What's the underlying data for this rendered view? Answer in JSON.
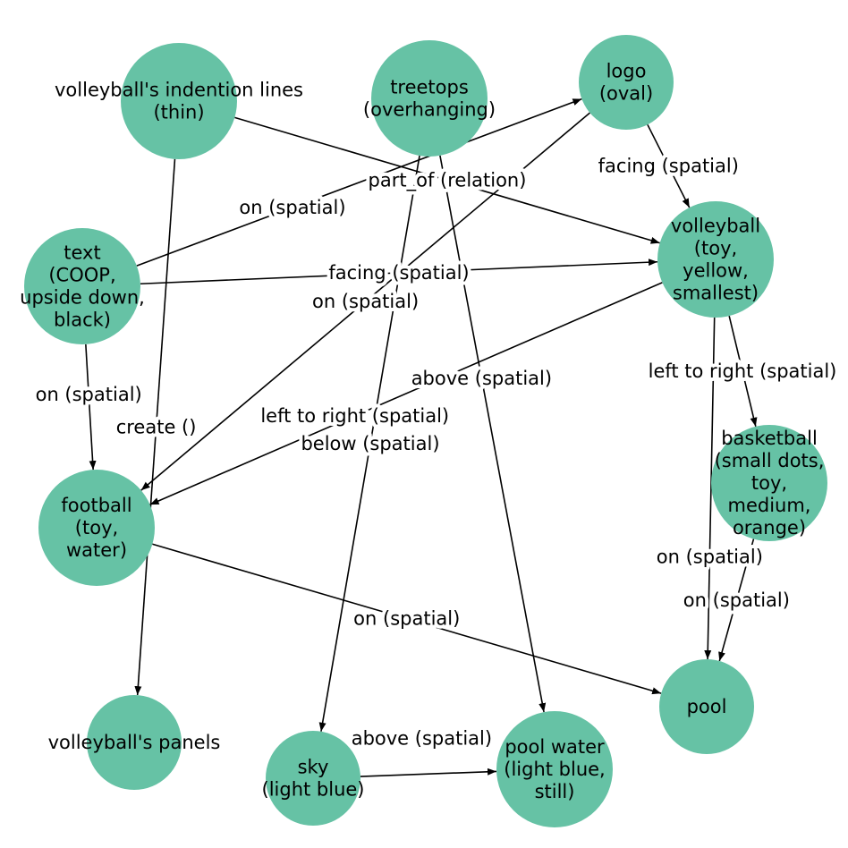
{
  "diagram": {
    "node_color": "#66c2a5",
    "edge_color": "#000000",
    "nodes": [
      {
        "id": "indention",
        "lines": [
          "volleyball's indention lines",
          "(thin)"
        ]
      },
      {
        "id": "treetops",
        "lines": [
          "treetops",
          "(overhanging)"
        ]
      },
      {
        "id": "logo",
        "lines": [
          "logo",
          "(oval)"
        ]
      },
      {
        "id": "volleyball",
        "lines": [
          "volleyball",
          "(toy,",
          "yellow,",
          "smallest)"
        ]
      },
      {
        "id": "text",
        "lines": [
          "text",
          "(COOP,",
          "upside down,",
          "black)"
        ]
      },
      {
        "id": "basketball",
        "lines": [
          "basketball",
          "(small dots,",
          "toy,",
          "medium,",
          "orange)"
        ]
      },
      {
        "id": "football",
        "lines": [
          "football",
          "(toy,",
          "water)"
        ]
      },
      {
        "id": "pool",
        "lines": [
          "pool"
        ]
      },
      {
        "id": "panels",
        "lines": [
          "volleyball's panels"
        ]
      },
      {
        "id": "sky",
        "lines": [
          "sky",
          "(light blue)"
        ]
      },
      {
        "id": "poolwater",
        "lines": [
          "pool water",
          "(light blue,",
          "still)"
        ]
      }
    ],
    "edges": [
      {
        "from": "indention",
        "to": "volleyball",
        "label": "part_of (relation)"
      },
      {
        "from": "indention",
        "to": "panels",
        "label": "create ()"
      },
      {
        "from": "text",
        "to": "logo",
        "label": "on (spatial)"
      },
      {
        "from": "logo",
        "to": "volleyball",
        "label": "facing (spatial)"
      },
      {
        "from": "logo",
        "to": "football",
        "label": "on (spatial)"
      },
      {
        "from": "text",
        "to": "volleyball",
        "label": "facing (spatial)"
      },
      {
        "from": "text",
        "to": "football",
        "label": "on (spatial)"
      },
      {
        "from": "treetops",
        "to": "sky",
        "label": "below (spatial)"
      },
      {
        "from": "treetops",
        "to": "poolwater",
        "label": "above (spatial)"
      },
      {
        "from": "volleyball",
        "to": "football",
        "label": "left to right (spatial)"
      },
      {
        "from": "volleyball",
        "to": "pool",
        "label": "on (spatial)"
      },
      {
        "from": "volleyball",
        "to": "basketball",
        "label": "left to right (spatial)"
      },
      {
        "from": "basketball",
        "to": "pool",
        "label": "on (spatial)"
      },
      {
        "from": "football",
        "to": "pool",
        "label": "on (spatial)"
      },
      {
        "from": "sky",
        "to": "poolwater",
        "label": "above (spatial)"
      }
    ]
  }
}
